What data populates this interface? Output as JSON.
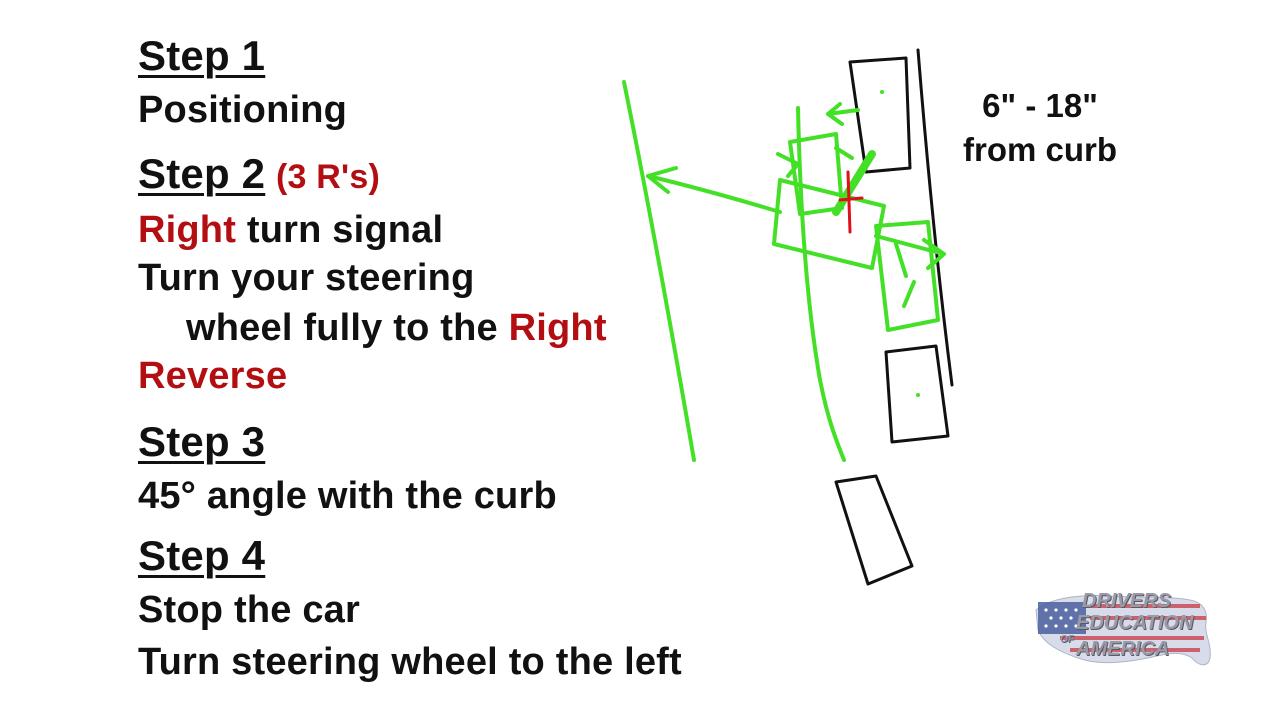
{
  "steps": {
    "step1": {
      "heading": "Step 1",
      "lines": [
        "Positioning"
      ]
    },
    "step2": {
      "heading": "Step 2",
      "note": "(3 R's)",
      "line1_red": "Right",
      "line1_rest": " turn signal",
      "line2": "Turn your steering",
      "line3_rest": "wheel fully to the ",
      "line3_red": "Right",
      "line4_red": "Reverse"
    },
    "step3": {
      "heading": "Step 3",
      "line": "45° angle with the curb"
    },
    "step4": {
      "heading": "Step 4",
      "line1": "Stop the car",
      "line2": "Turn steering wheel to the left"
    }
  },
  "diagram": {
    "curb_label_line1": "6\" - 18\"",
    "curb_label_line2": "from curb",
    "colors": {
      "path": "#44e028",
      "cars": "#111111",
      "marker": "#e0101a"
    }
  },
  "logo": {
    "line1": "DRIVERS",
    "line2": "EDUCATION",
    "line3": "AMERICA",
    "of": "OF"
  },
  "colors": {
    "text": "#111111",
    "accent_red": "#b30f12",
    "background": "#ffffff"
  }
}
